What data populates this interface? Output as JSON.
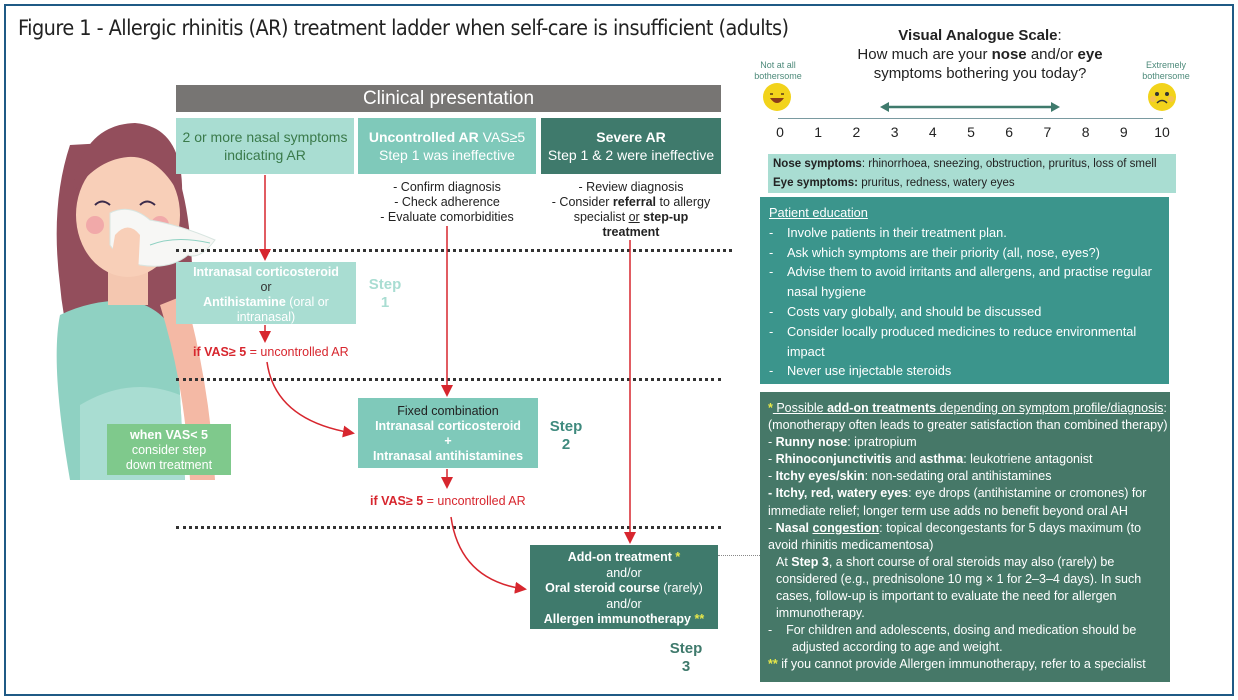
{
  "title": "Figure 1 - Allergic rhinitis (AR) treatment ladder when self-care is insufficient (adults)",
  "clinical_presentation": {
    "header": "Clinical presentation",
    "columns": [
      {
        "line1": "2 or more nasal symptoms",
        "line2": "indicating AR"
      },
      {
        "line1_bold": "Uncontrolled AR",
        "line1_rest": " VAS≥5",
        "line2": "Step 1 was ineffective"
      },
      {
        "line1_bold": "Severe AR",
        "line2": "Step 1 & 2 were ineffective"
      }
    ],
    "notes_col2": [
      "- Confirm diagnosis",
      "- Check adherence",
      "- Evaluate comorbidities"
    ],
    "notes_col3": {
      "line1": "- Review diagnosis",
      "line2_pre": "- Consider ",
      "line2_bold": "referral",
      "line2_post": " to allergy",
      "line3_pre": "specialist ",
      "line3_ul": "or",
      "line3_bold": " step-up",
      "line4_bold": "treatment"
    }
  },
  "step1": {
    "label_word": "Step",
    "label_num": "1",
    "line1_bold": "Intranasal corticosteroid",
    "line2": "or",
    "line3_bold": "Antihistamine",
    "line3_rest": " (oral or",
    "line4": "intranasal)",
    "vas_bold": "if VAS≥ 5",
    "vas_rest": " = uncontrolled AR"
  },
  "step2": {
    "label_word": "Step",
    "label_num": "2",
    "line1": "Fixed combination",
    "line2_bold": "Intranasal corticosteroid",
    "line3": "+",
    "line4_bold": "Intranasal antihistamines",
    "vas_bold": "if VAS≥ 5",
    "vas_rest": " = uncontrolled AR"
  },
  "step_down": {
    "line1_bold": "when VAS< 5",
    "line2": "consider step",
    "line3": "down treatment"
  },
  "step3": {
    "label_word": "Step",
    "label_num": "3",
    "line1_bold": "Add-on treatment",
    "line1_star": "*",
    "line2": "and/or",
    "line3_bold": "Oral steroid course",
    "line3_rest": " (rarely)",
    "line4": "and/or",
    "line5_bold": "Allergen immunotherapy",
    "line5_star": "**"
  },
  "vas": {
    "title_bold": "Visual Analogue Scale",
    "title_colon": ":",
    "question_pre": "How much are your ",
    "question_nose": "nose",
    "question_mid": " and/or ",
    "question_eye": "eye",
    "question_line2": "symptoms bothering you today?",
    "left_label_1": "Not at all",
    "left_label_2": "bothersome",
    "right_label_1": "Extremely",
    "right_label_2": "bothersome",
    "ticks": [
      "0",
      "1",
      "2",
      "3",
      "4",
      "5",
      "6",
      "7",
      "8",
      "9",
      "10"
    ],
    "arrow_range": [
      3,
      7
    ],
    "left_icon": "happy-face-icon",
    "right_icon": "worried-face-icon"
  },
  "symptoms": {
    "nose_label": "Nose symptoms",
    "nose_text": ": rhinorrhoea, sneezing, obstruction, pruritus, loss of smell",
    "eye_label": "Eye symptoms:",
    "eye_text": " pruritus, redness, watery eyes"
  },
  "patient_education": {
    "heading": "Patient education",
    "items": [
      "Involve patients in their treatment plan.",
      "Ask which symptoms are their priority (all, nose, eyes?)",
      "Advise them to avoid irritants and allergens, and practise regular nasal hygiene",
      "Costs vary globally, and should be discussed",
      "Consider locally produced medicines to reduce environmental impact",
      "Never use injectable steroids"
    ]
  },
  "addon": {
    "star": "*",
    "heading_pre": " Possible ",
    "heading_bold": "add-on treatments",
    "heading_post": " depending on symptom profile/diagnosis",
    "heading_colon": ":",
    "subheading": "(monotherapy often leads to greater satisfaction than combined therapy)",
    "items": [
      {
        "bold": "Runny nose",
        "text": ": ipratropium"
      },
      {
        "bold": "Rhinoconjunctivitis",
        "mid": " and ",
        "bold2": "asthma",
        "text": ": leukotriene antagonist"
      },
      {
        "bold": "Itchy eyes/skin",
        "text": ": non-sedating oral antihistamines"
      },
      {
        "bold": "Itchy, red, watery eyes",
        "text": ": eye drops (antihistamine or cromones) for immediate relief; longer term use adds no benefit beyond oral AH"
      },
      {
        "bold": "Nasal ",
        "bold_ul": "congestion",
        "text": ": topical decongestants for 5 days maximum (to avoid rhinitis medicamentosa)"
      }
    ],
    "step3_pre": "At ",
    "step3_bold": "Step 3",
    "step3_text": ", a short course of oral steroids may also (rarely) be considered  (e.g., prednisolone 10 mg × 1 for 2–3–4 days). In such cases, follow-up is important to evaluate the need for allergen immunotherapy.",
    "children_text": "For children and adolescents, dosing and medication should be adjusted according to age and weight.",
    "footnote_star": "**",
    "footnote_text": " if you cannot provide Allergen immunotherapy, refer to a specialist"
  },
  "colors": {
    "frame": "#1f5a85",
    "header_gray": "#777573",
    "light_teal": "#a9ddd2",
    "mid_teal": "#7fc9ba",
    "dark_teal": "#3f7a6c",
    "education_teal": "#3b958c",
    "addon_green": "#467868",
    "stepdown_green": "#7fc98c",
    "arrow_red": "#d7262e",
    "star_yellow": "#e7e84a"
  }
}
